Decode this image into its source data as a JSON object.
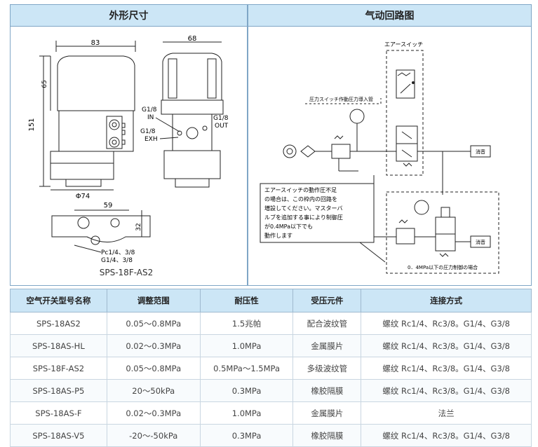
{
  "left_panel": {
    "title": "外形尺寸",
    "model_caption": "SPS-18F-AS2",
    "dims": {
      "width_top": "83",
      "width_right": "68",
      "height_total": "151",
      "height_cap": "65",
      "dia": "Φ74",
      "width_bottom": "59",
      "side": "32"
    },
    "labels": {
      "g18_in": "G1/8",
      "in": "IN",
      "g18_out": "G1/8",
      "out": "OUT",
      "g18_exh": "G1/8",
      "exh": "EXH",
      "port1": "Pc1/4、3/8",
      "port2": "G1/4、3/8"
    }
  },
  "right_panel": {
    "title": "气动回路图",
    "air_switch": "エアースイッチ",
    "pressure_label": "圧力スイッチ作動圧力導入管",
    "muffler1": "消音",
    "muffler2": "消音",
    "note_lines": [
      "エアースイッチの動作圧不足",
      "の場合は、この枠内の回路を",
      "増設してください。マスターバ",
      "ルブを追加する事により制御圧",
      "が0.4MPa以下でも",
      "動作します"
    ],
    "bottom_note": "0．4MPa以下の圧力制御の場合"
  },
  "table": {
    "headers": [
      "空气开关型号名称",
      "调整范围",
      "耐压性",
      "受压元件",
      "连接方式"
    ],
    "rows": [
      [
        "SPS-18AS2",
        "0.05～0.8MPa",
        "1.5兆帕",
        "配合波纹管",
        "螺纹 Rc1/4、Rc3/8。G1/4、G3/8"
      ],
      [
        "SPS-18AS-HL",
        "0.02～0.3MPa",
        "1.0MPa",
        "金属膜片",
        "螺纹 Rc1/4、Rc3/8。G1/4、G3/8"
      ],
      [
        "SPS-18F-AS2",
        "0.05～0.8MPa",
        "0.5MPa～1.5MPa",
        "多级波纹管",
        "螺纹 Rc1/4、Rc3/8。G1/4、G3/8"
      ],
      [
        "SPS-18AS-P5",
        "20～50kPa",
        "0.3MPa",
        "橡胶隔膜",
        "螺纹 Rc1/4、Rc3/8。G1/4、G3/8"
      ],
      [
        "SPS-18AS-F",
        "0.02～0.3MPa",
        "1.0MPa",
        "金属膜片",
        "法兰"
      ],
      [
        "SPS-18AS-V5",
        "-20～-50kPa",
        "0.3MPa",
        "橡胶隔膜",
        "螺纹 Rc1/4、Rc3/8。G1/4、G3/8"
      ]
    ]
  }
}
